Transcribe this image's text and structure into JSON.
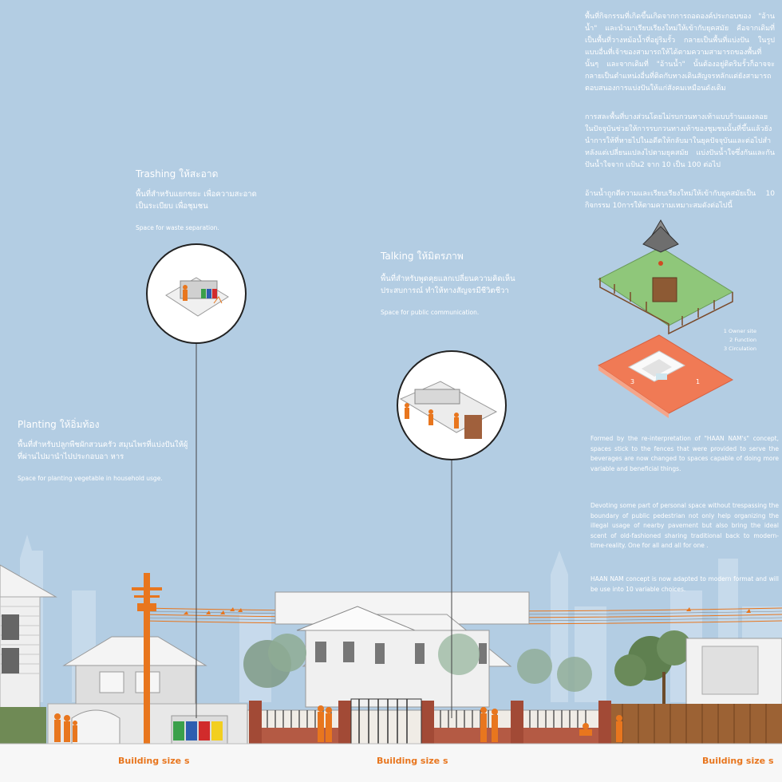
{
  "sections": {
    "trashing": {
      "title": "Trashing ให้สะอาด",
      "th_line1": "พื้นที่สำหรับแยกขยะ   เพื่อความสะอาด",
      "th_line2": "เป็นระเบียบ เพื่อชุมชน",
      "en": "Space for waste separation."
    },
    "talking": {
      "title": "Talking ให้มิตรภาพ",
      "th_line1": "พื้นที่สำหรับพูดคุยแลกเปลี่ยนความคิดเห็น",
      "th_line2": "ประสบการณ์ ทำให้ทางสัญจรมีชีวิตชีวา",
      "en": "Space for public communication."
    },
    "planting": {
      "title": "Planting ให้อิ่มท้อง",
      "th_line1": "พื้นที่สำหรับปลูกพืชผักสวนครัว สมุนไพรที่แบ่งปันให้ผู้",
      "th_line2": "ที่ผ่านไปมานำไปประกอบอา หาร",
      "en": "Space for planting vegetable in household usge."
    }
  },
  "right_text": {
    "th_para1": "พื้นที่กิจกรรมที่เกิดขึ้นเกิดจากการถอดองค์ประกอบของ \"อ้านน้ำ\" และนำมาเรียบเรียงใหม่ให้เข้ากับยุคสมัย คือจากเดิมที่เป็นพื้นที่วางหม้อน้ำที่อยู่ริมรั้ว กลายเป็นพื้นที่แบ่งปัน ในรูปแบบอื่นที่เจ้าของสามารถให้ได้ตามความสามารถของพื้นที่นั้นๆ และจากเดิมที่ \"อ้านน้ำ\" นั้นต้องอยู่ติดริมรั้วก็อาจจะกลายเป็นตำแหน่งอื่นที่ติดกับทางเดินสัญจรหลักแต่ยังสามารถตอบสนองการแบ่งปันให้แก่สังคมเหมือนดังเดิม",
    "th_para2": "การสละพื้นที่บางส่วนโดยไม่รบกวนทางเท้าแบบร้านแผงลอยในปัจจุบันช่วยให้การรบกวนทางเท้าของชุมชนนั้นที่ขึ้นแล้วยังนำการให้ที่หายไปในอดีตให้กลับมาในยุคปัจจุบันและต่อไปสำหลังแต่เปลี่ยนแปลงไปตามยุคสมัย แบ่งปันน้ำใจซึ่งกันและกัน ปันน้ำใจจาก แป้น2 จาก 10 เป็น 100 ต่อไป",
    "th_para3": "อ้านน้ำถูกตีความและเรียบเรียงใหม่ให้เข้ากับยุคสมัยเป็น 10 กิจกรรม 10การให้ตามความเหมาะสมดังต่อไปนี้",
    "en_para1": "Formed by the re-interpretation of \"HAAN NAM's\" concept, spaces stick to the fences that were provided to serve the beverages are now changed to spaces capable of doing more variable and beneficial things.",
    "en_para2": "Devoting some part of personal space without trespassing the boundary of public pedestrian not only help organizing the illegal usage of nearby pavement but also bring the ideal scent of old-fashioned sharing traditional back to modern-time-reality. One for all and all for one .",
    "en_para3": "HAAN NAM concept is now adapted to modern format and will be use into 10 variable choices."
  },
  "legend": [
    "1 Owner site",
    "2 Function",
    "3 Circulation"
  ],
  "diagram_numbers": [
    "3",
    "1"
  ],
  "building_labels": [
    "Building size s",
    "Building size s",
    "Building size s"
  ],
  "colors": {
    "sky": "#b3cde3",
    "accent": "#e8761e",
    "brick": "#a24a36",
    "plot_orange": "#f07a55",
    "grass": "#8fc77a"
  }
}
